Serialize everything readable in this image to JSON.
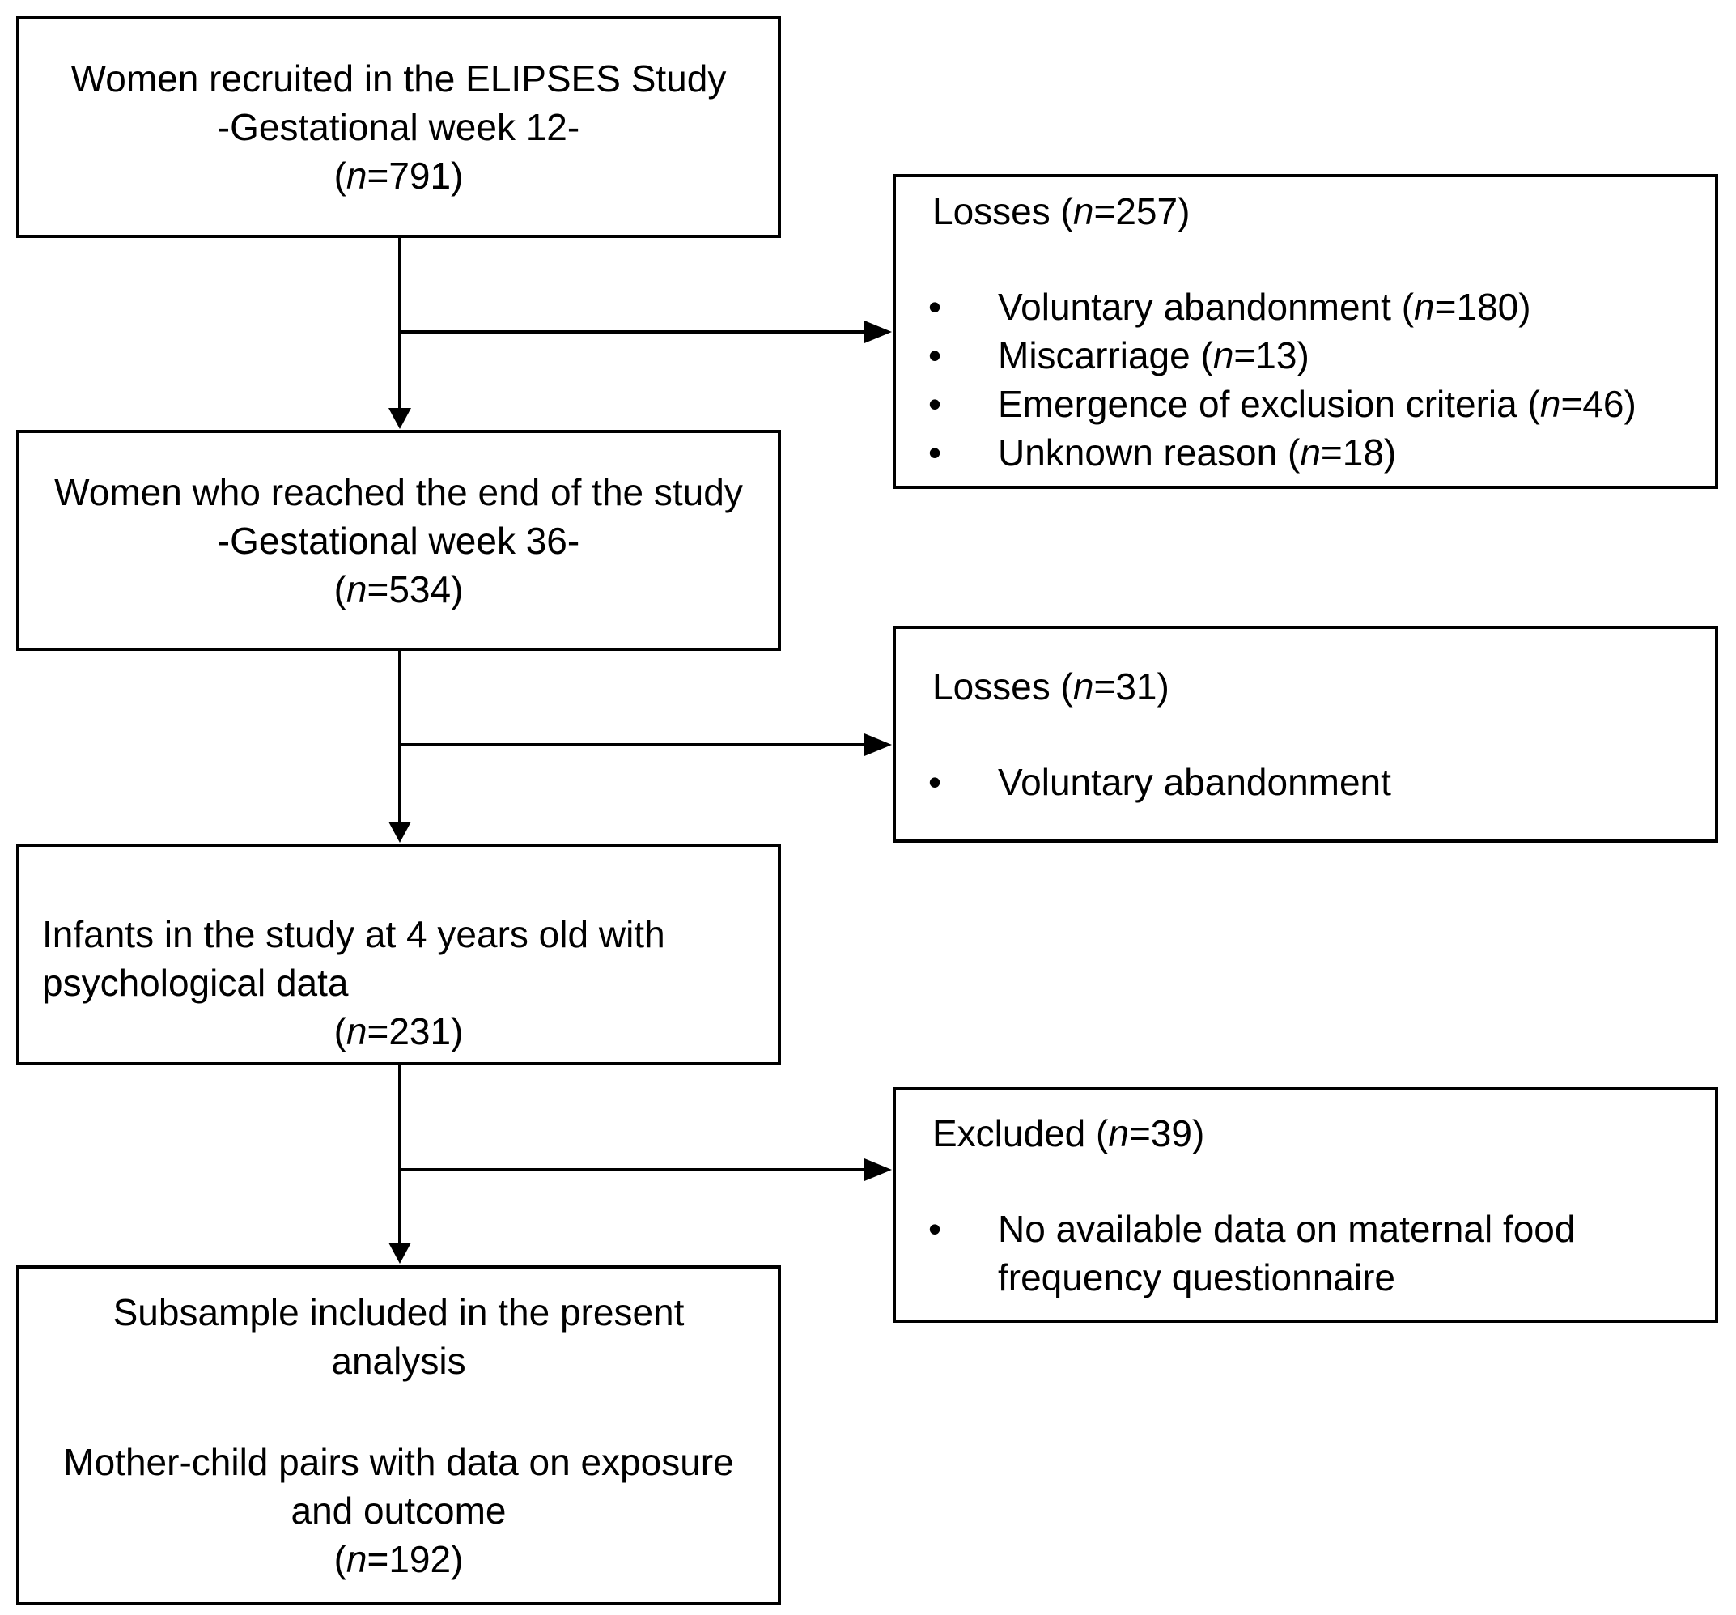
{
  "flowchart": {
    "colors": {
      "border": "#000000",
      "text": "#000000",
      "background": "#ffffff"
    },
    "main_boxes": [
      {
        "name": "recruited",
        "lines": [
          {
            "text": "Women recruited in the ELIPSES Study"
          },
          {
            "text": "-Gestational week 12-"
          },
          {
            "pre": "(",
            "n": "n",
            "post": "=791)"
          }
        ]
      },
      {
        "name": "end-of-study",
        "lines": [
          {
            "text": "Women who reached the end of the study"
          },
          {
            "text": "-Gestational week 36-"
          },
          {
            "pre": "(",
            "n": "n",
            "post": "=534)"
          }
        ]
      },
      {
        "name": "infants",
        "lines": [
          {
            "text": "Infants in the study at 4 years old with"
          },
          {
            "text": "psychological data"
          },
          {
            "pre": "(",
            "n": "n",
            "post": "=231)"
          }
        ]
      },
      {
        "name": "subsample",
        "lines": [
          {
            "text": "Subsample included in the present"
          },
          {
            "text": "analysis"
          },
          {
            "text": "Mother-child pairs with data on exposure"
          },
          {
            "text": "and outcome"
          },
          {
            "pre": "(",
            "n": "n",
            "post": "=192)"
          }
        ]
      }
    ],
    "side_boxes": [
      {
        "name": "losses-week12",
        "title": {
          "pre": "Losses (",
          "n": "n",
          "post": "=257)"
        },
        "bullet_glyph": "•",
        "bullets": [
          {
            "pre": "Voluntary abandonment (",
            "n": "n",
            "post": "=180)"
          },
          {
            "pre": "Miscarriage (",
            "n": "n",
            "post": "=13)"
          },
          {
            "pre": "Emergence of exclusion criteria (",
            "n": "n",
            "post": "=46)"
          },
          {
            "pre": "Unknown reason (",
            "n": "n",
            "post": "=18)"
          }
        ]
      },
      {
        "name": "losses-week36",
        "title": {
          "pre": "Losses (",
          "n": "n",
          "post": "=31)"
        },
        "bullet_glyph": "•",
        "bullets": [
          {
            "text": "Voluntary abandonment"
          }
        ]
      },
      {
        "name": "excluded",
        "title": {
          "pre": "Excluded (",
          "n": "n",
          "post": "=39)"
        },
        "bullet_glyph": "•",
        "bullets": [
          {
            "line1": "No available data on maternal food",
            "line2": "frequency questionnaire"
          }
        ]
      }
    ]
  }
}
